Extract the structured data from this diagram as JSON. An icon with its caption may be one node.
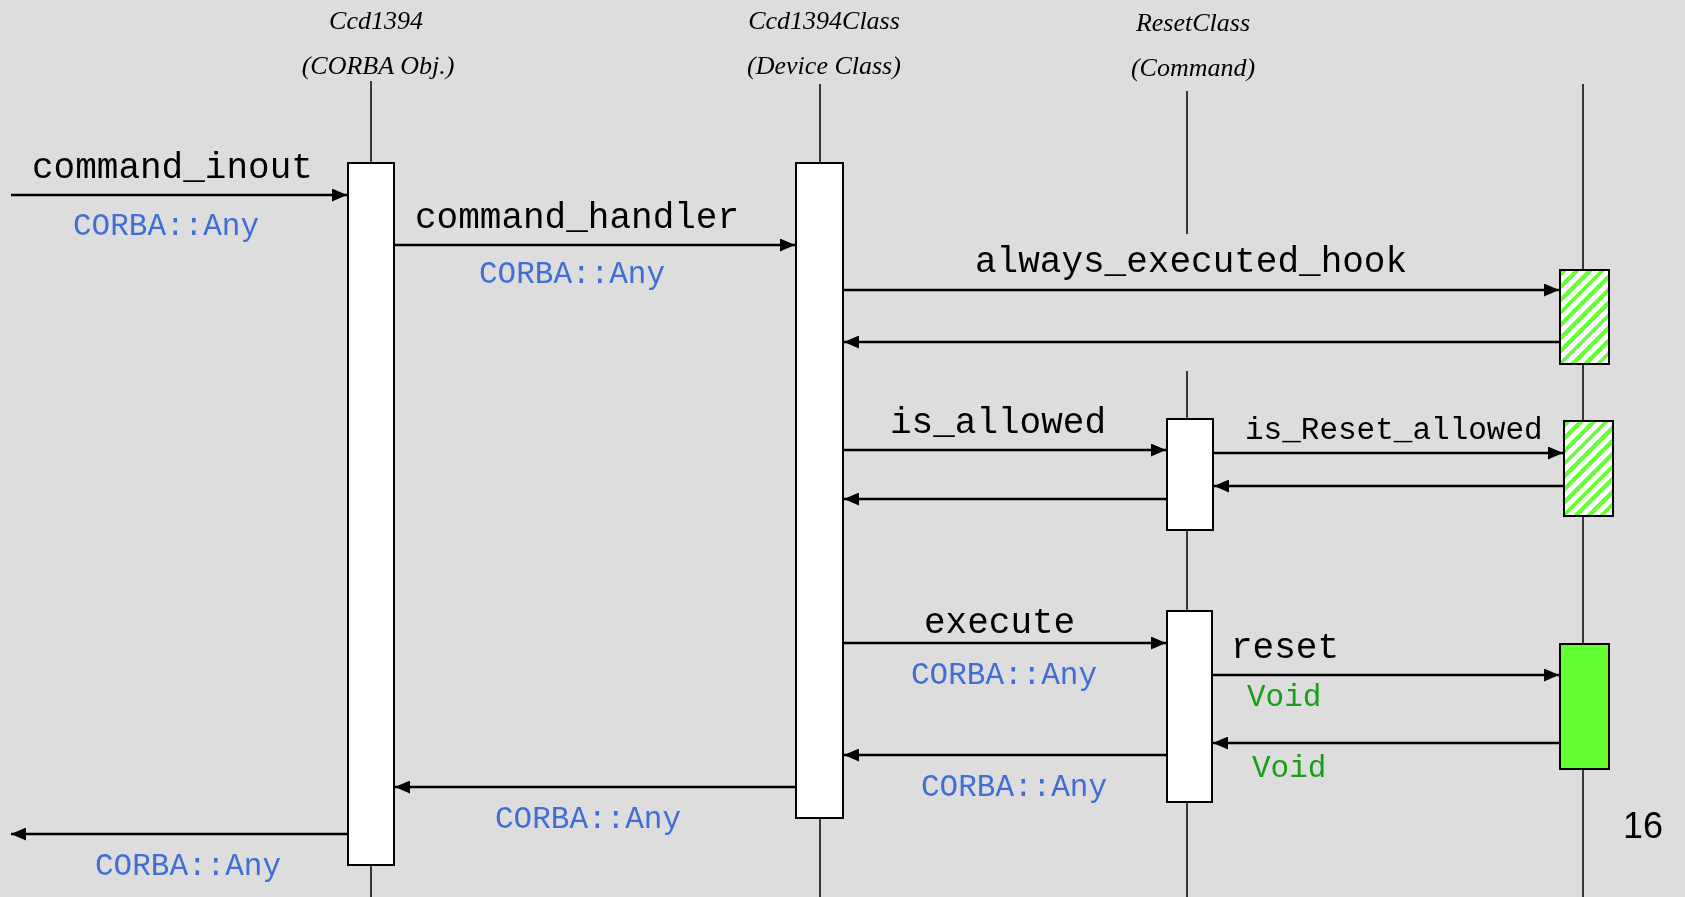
{
  "diagram": {
    "nodes": [
      {
        "text": [],
        "shape": "box"
      },
      {
        "text": [],
        "shape": "box"
      },
      {
        "text": [],
        "shape": "box"
      },
      {
        "text": [],
        "shape": "box"
      },
      {
        "text": [],
        "shape": "box"
      },
      {
        "text": [],
        "shape": "box"
      },
      {
        "text": [],
        "shape": "box"
      }
    ],
    "edges": [
      {
        "from": null,
        "to": 0,
        "arrow": "to",
        "label": "command_inout"
      },
      {
        "from": 0,
        "to": 1,
        "arrow": "to",
        "label": "command_handler"
      },
      {
        "from": 1,
        "to": 4,
        "arrow": "to",
        "label": "always_executed_hook"
      },
      {
        "from": 4,
        "to": 1,
        "arrow": "to"
      },
      {
        "from": 1,
        "to": 2,
        "arrow": "to",
        "label": "is_allowed"
      },
      {
        "from": 2,
        "to": 5,
        "arrow": "to",
        "label": "is_Reset_allowed"
      },
      {
        "from": 5,
        "to": 2,
        "arrow": "to"
      },
      {
        "from": 2,
        "to": 1,
        "arrow": "to"
      },
      {
        "from": 1,
        "to": 3,
        "arrow": "to",
        "label": "execute"
      },
      {
        "from": 3,
        "to": 6,
        "arrow": "to",
        "label": "reset"
      },
      {
        "from": 6,
        "to": 3,
        "arrow": "to"
      },
      {
        "from": 3,
        "to": 1,
        "arrow": "to"
      },
      {
        "from": 1,
        "to": 0,
        "arrow": "to"
      },
      {
        "from": 0,
        "to": null,
        "arrow": "to"
      }
    ],
    "labels": [
      "Ccd1394",
      "(CORBA Obj.)",
      "Ccd1394Class",
      "(Device Class)",
      "ResetClass",
      "(Command)",
      "CORBA::Any",
      "CORBA::Any",
      "CORBA::Any",
      "Void",
      "Void",
      "CORBA::Any",
      "CORBA::Any",
      "CORBA::Any",
      "16"
    ]
  }
}
